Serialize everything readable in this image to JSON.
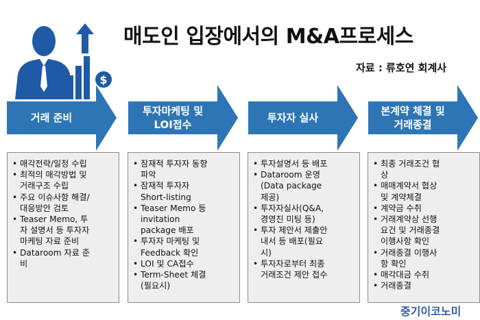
{
  "header": {
    "title": "매도인 입장에서의 M&A프로세스",
    "source": "자료 : 류호연 회계사"
  },
  "colors": {
    "accent": "#2e75b6",
    "icon": "#1f5aa6",
    "box_bg": "#eeeeee"
  },
  "steps": [
    {
      "label": "거래 준비",
      "items": [
        "매각전략/일정 수립",
        "최적의 매각방법 및\n거래구조 수립",
        "주요 이슈사항 해결/\n대응방안 검토",
        "Teaser Memo, 투\n자 설명서 등 투자자\n마케팅 자료 준비",
        "Dataroom 자료 준\n비"
      ]
    },
    {
      "label": "투자마케팅 및\nLOI접수",
      "items": [
        "잠재적 투자자 동향\n파악",
        "잠재적 투자자\nShort-listing",
        "Teaser Memo 등\ninvitation\npackage 배포",
        "투자자 마케팅 및\nFeedback 확인",
        "LOI 및 CA접수",
        "Term-Sheet 체결\n(필요시)"
      ]
    },
    {
      "label": "투자자 실사",
      "items": [
        "투자설명서 등 배포",
        "Dataroom 운영\n(Data package\n제공)",
        "투자자실사(Q&A,\n경영진 미팅 등)",
        "투자 제안서 제출안\n내서 등 배포(필요\n시)",
        "투자자로부터 최종\n거래조건 제안 접수"
      ]
    },
    {
      "label": "본계약 체결 및\n거래종결",
      "items": [
        "최종 거래조건 협\n상",
        "매매계약서 협상\n및 계약체결",
        "계약금 수취",
        "거래계약상 선행\n요건 및 거래종결\n이행사항 확인",
        "거래종결 이행사\n항 확인",
        "매각대금 수취",
        "거래종결"
      ]
    }
  ],
  "footer": {
    "brand": "중기이코노미"
  }
}
